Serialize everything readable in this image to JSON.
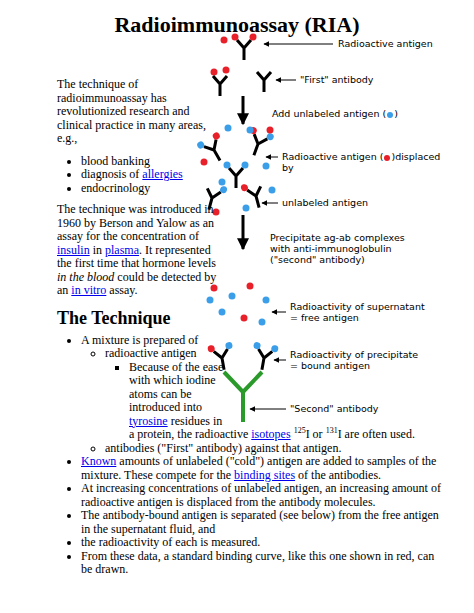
{
  "diagram": {
    "title": "Radioimmunoassay (RIA)",
    "labels": [
      "The technique of radioimmunoassay has revolutionized research and clinical practice in many areas, e.g.,",
      "blood banking",
      "diagnosis of",
      "allergies",
      "endocrinology",
      "The technique was introduced in 1960 by Berson and Yalow as an assay for the concentration of",
      "insulin",
      "in",
      "plasma",
      ". It represented the first time that hormone levels",
      "in the blood",
      "could be detected by an",
      "in vitro",
      "assay.",
      "The Technique",
      "A mixture is prepared of",
      "radioactive antigen",
      "Because of the ease with which iodine atoms can be introduced into",
      "tyrosine",
      "residues in a protein, the radioactive",
      "isotopes",
      "125",
      "I or",
      "131",
      "I are often used.",
      "antibodies (\"First\" antibody) against that antigen.",
      "Known",
      "amounts of unlabeled (\"cold\") antigen are added to samples of the mixture. These compete for the",
      "binding sites",
      "of the antibodies.",
      "At increasing concentrations of unlabeled antigen, an increasing amount of radioactive antigen is displaced from the antibody molecules.",
      "The antibody-bound antigen is separated (see below) from the free antigen in the supernatant fluid, and",
      "the radioactivity of each is measured.",
      "From these data, a standard binding curve, like this one shown in red, can be drawn.",
      "Radioactive antigen",
      "\"First\" antibody",
      "Add unlabeled antigen (",
      ")",
      "Radioactive antigen (",
      ")displaced by",
      "unlabeled antigen",
      "Precipitate ag-ab complexes with anti-immunoglobulin (\"second\" antibody)",
      "Radioactivity of supernatant = free antigen",
      "Radioactivity of precipitate = bound antigen",
      "\"Second\" antibody"
    ]
  }
}
